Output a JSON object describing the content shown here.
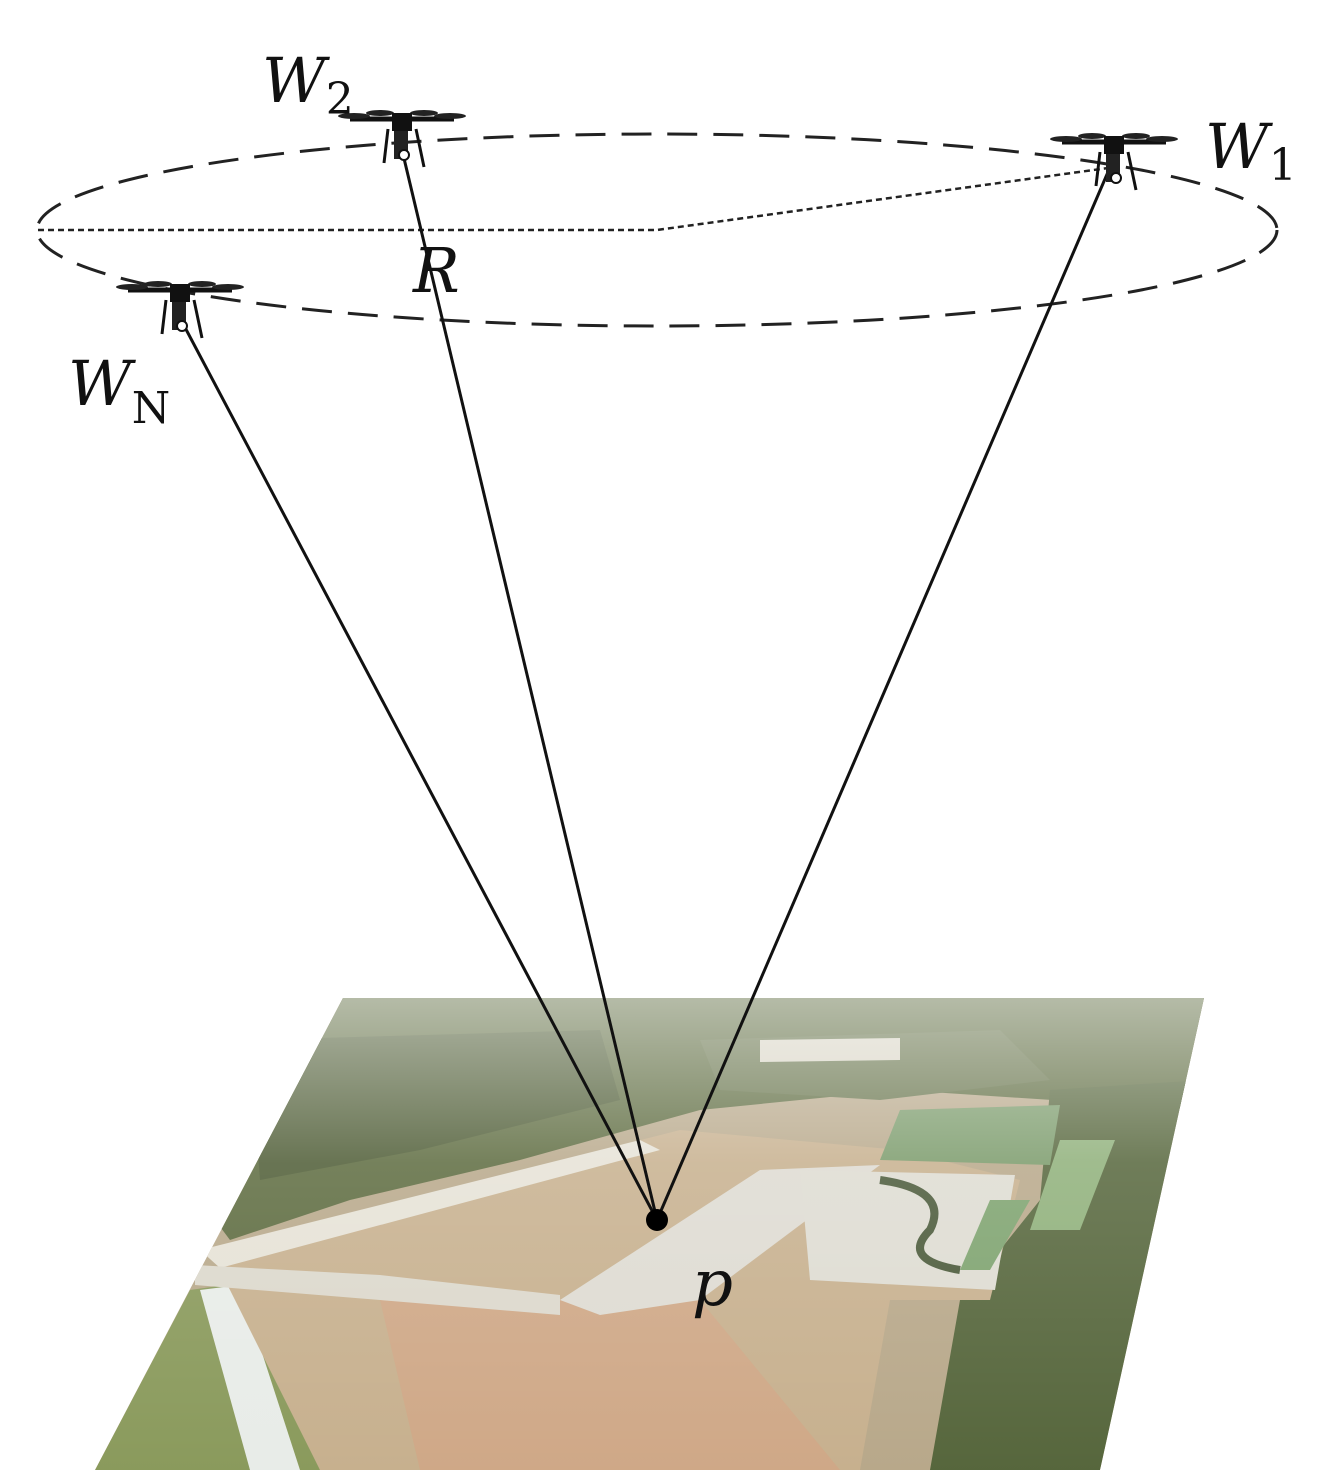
{
  "labels": {
    "w1_main": "W",
    "w1_sub": "1",
    "w2_main": "W",
    "w2_sub": "2",
    "wn_main": "W",
    "wn_sub": "N",
    "radius": "R",
    "target": "p"
  },
  "colors": {
    "line": "#111111",
    "dash": "#222222",
    "ground_field": "#c9b79a",
    "ground_forest": "#5e6b3e",
    "ground_road": "#e3e0d8",
    "ground_roof": "#7a9a6a",
    "background": "#ffffff"
  }
}
